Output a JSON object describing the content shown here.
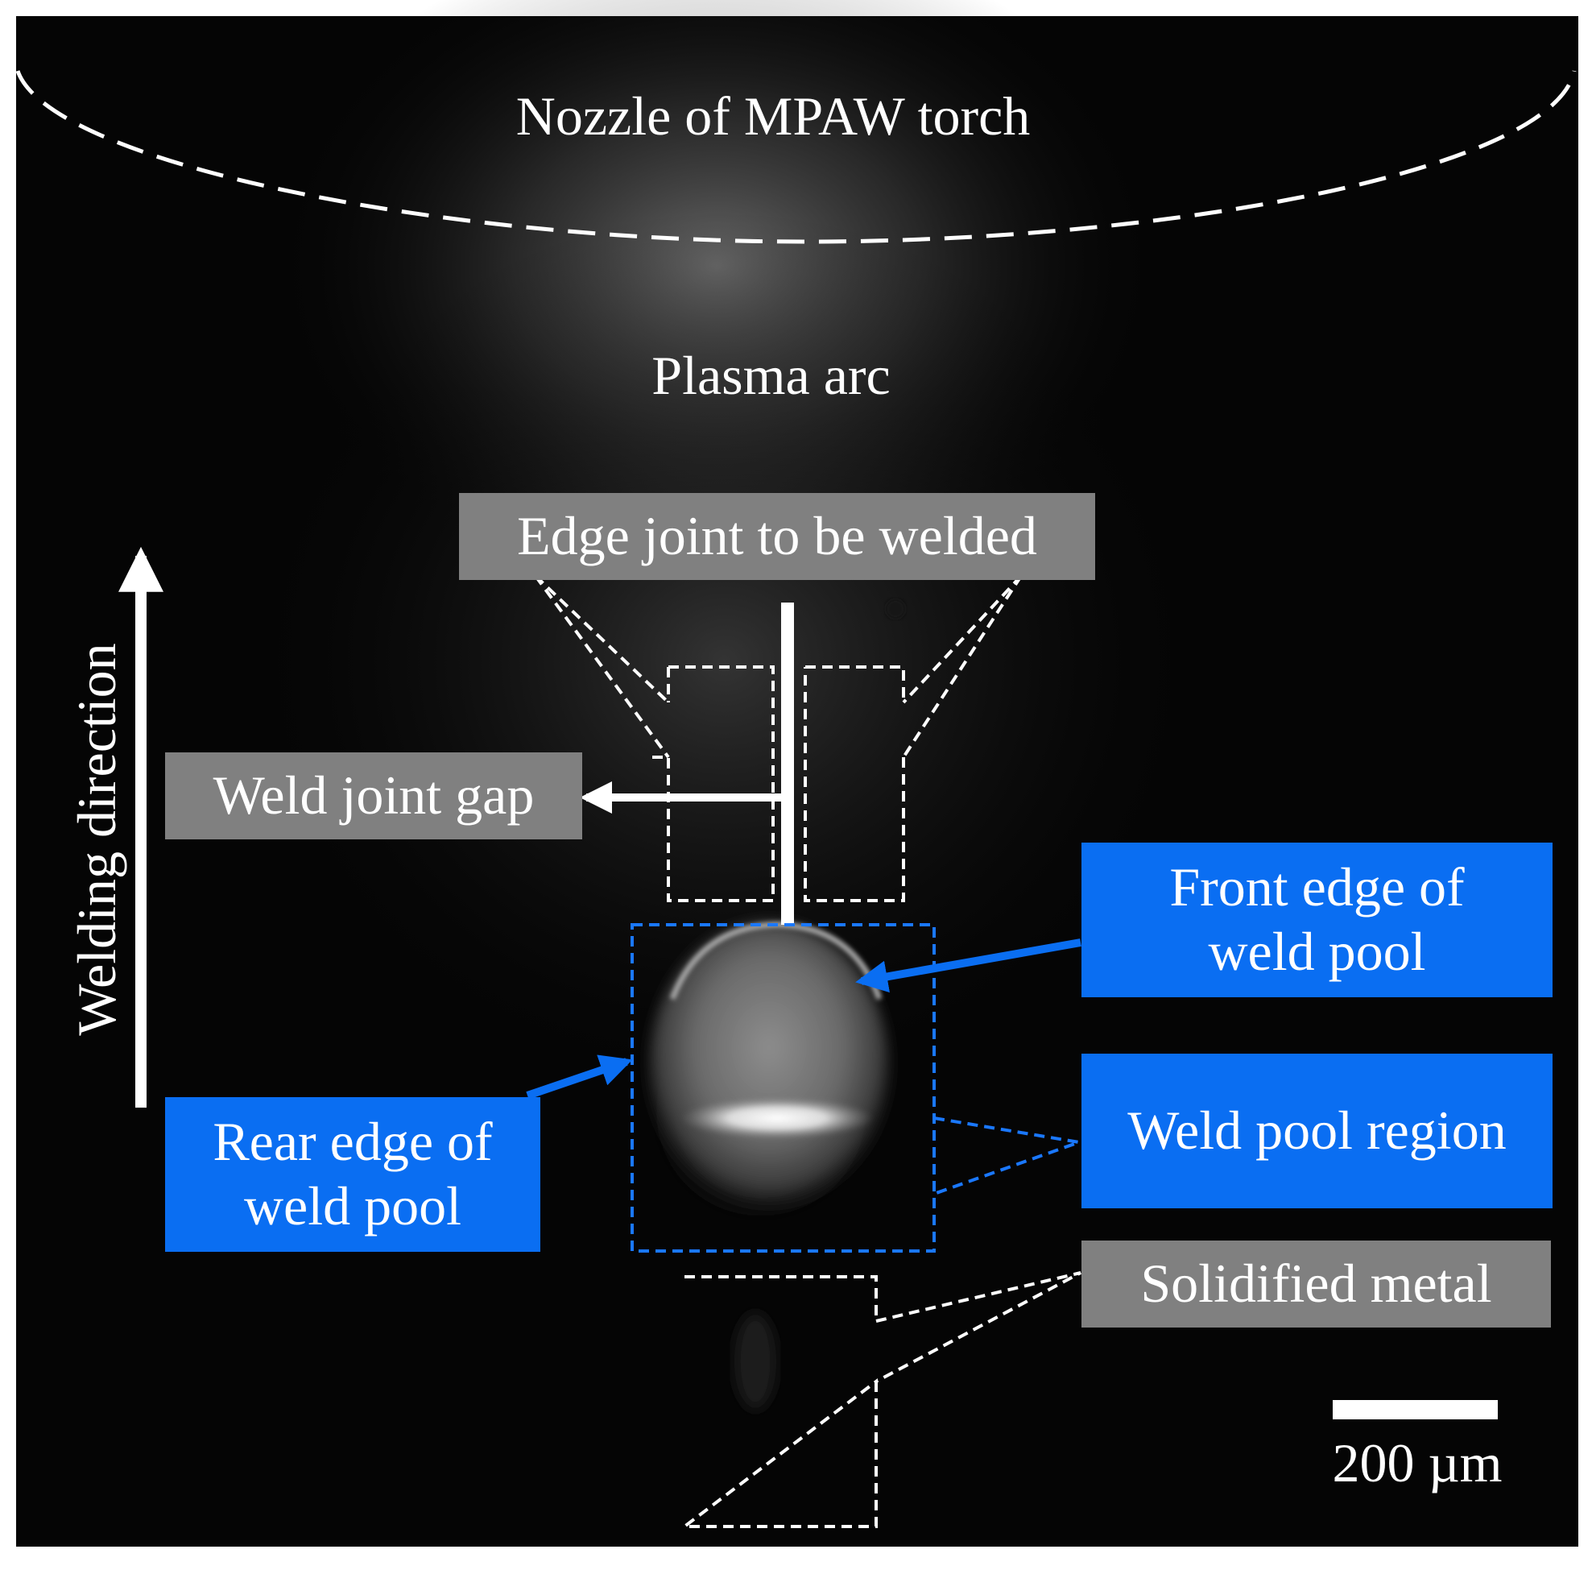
{
  "labels": {
    "nozzle": "Nozzle of MPAW torch",
    "plasma_arc": "Plasma arc",
    "edge_joint": "Edge joint to be welded",
    "weld_joint_gap": "Weld joint gap",
    "welding_direction": "Welding direction",
    "front_edge": [
      "Front edge of",
      "weld pool"
    ],
    "rear_edge": [
      "Rear edge of",
      "weld pool"
    ],
    "weld_pool_region": "Weld pool region",
    "solidified_metal": "Solidified metal",
    "scale_bar": "200 µm"
  },
  "colors": {
    "blue_label": "#0a6ef2",
    "blue_outline": "#1a78ff",
    "gray_label": "#808080",
    "annotation": "#ffffff",
    "background": "#000000"
  }
}
